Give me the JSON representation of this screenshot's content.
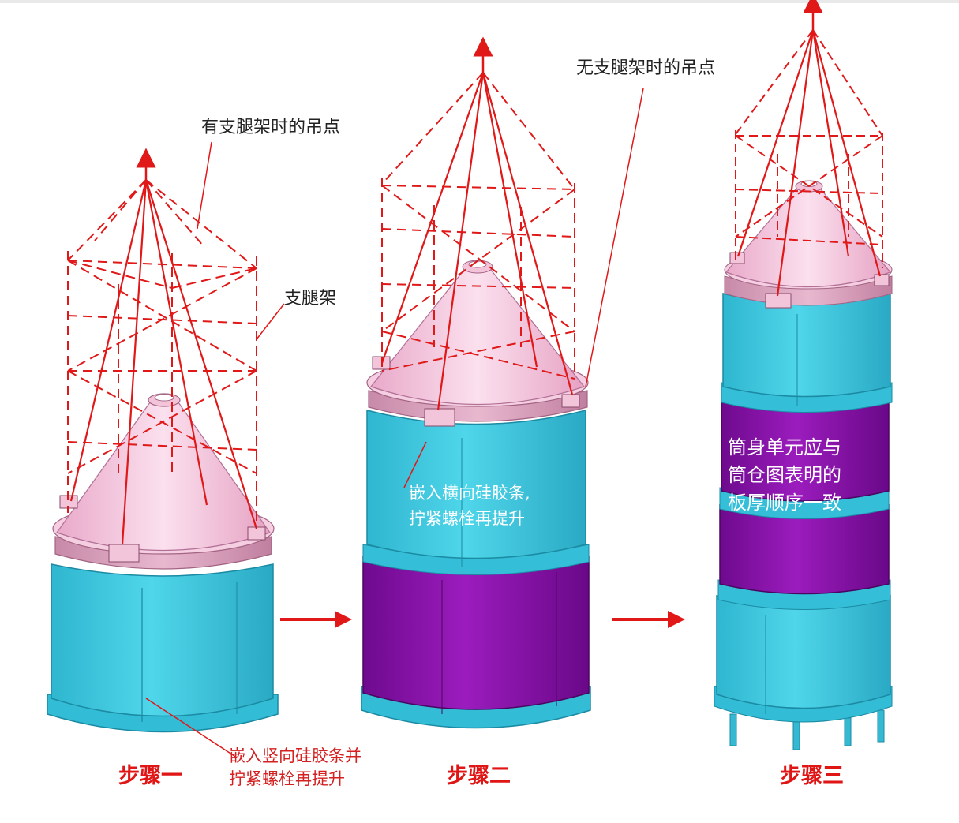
{
  "labels": {
    "lift_point_with_frame": "有支腿架时的吊点",
    "lift_point_without_frame": "无支腿架时的吊点",
    "support_frame": "支腿架",
    "step1_note_line1": "嵌入竖向硅胶条并",
    "step1_note_line2": "拧紧螺栓再提升",
    "step2_note_line1": "嵌入横向硅胶条,",
    "step2_note_line2": "拧紧螺栓再提升",
    "step3_note_line1": "筒身单元应与",
    "step3_note_line2": "筒仓图表明的",
    "step3_note_line3": "板厚顺序一致"
  },
  "steps": [
    "步骤一",
    "步骤二",
    "步骤三"
  ],
  "colors": {
    "cyan_shell": "#3ec8e0",
    "purple_shell": "#8a10a8",
    "pink_cone": "#f4c6dc",
    "rig_red": "#e01818",
    "step_red": "#e01515"
  }
}
